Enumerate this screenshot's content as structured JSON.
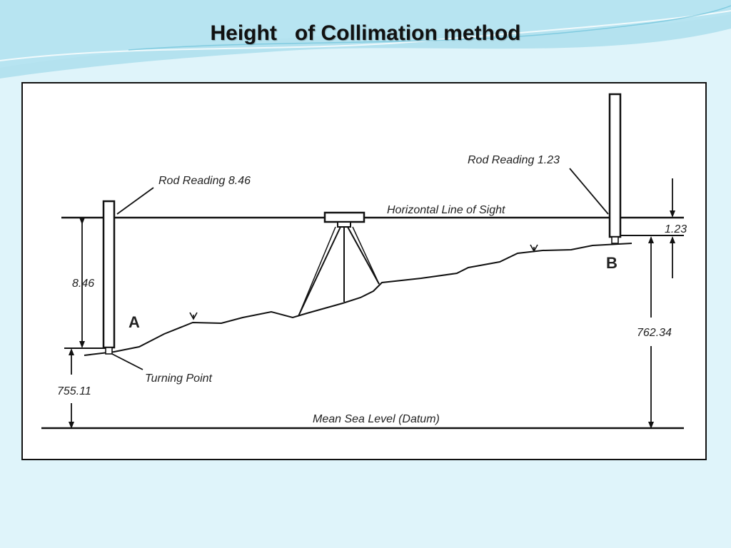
{
  "slide": {
    "title": "Height   of Collimation method",
    "background_color": "#dff4fa",
    "accent_color": "#6cc6dd"
  },
  "diagram": {
    "labels": {
      "rod_reading_a": "Rod Reading 8.46",
      "rod_reading_b": "Rod Reading 1.23",
      "line_of_sight": "Horizontal Line of Sight",
      "backsight_value": "8.46",
      "foresight_value": "1.23",
      "elevation_a": "755.11",
      "elevation_b": "762.34",
      "turning_point": "Turning Point",
      "datum": "Mean Sea Level (Datum)",
      "point_a": "A",
      "point_b": "B"
    }
  }
}
